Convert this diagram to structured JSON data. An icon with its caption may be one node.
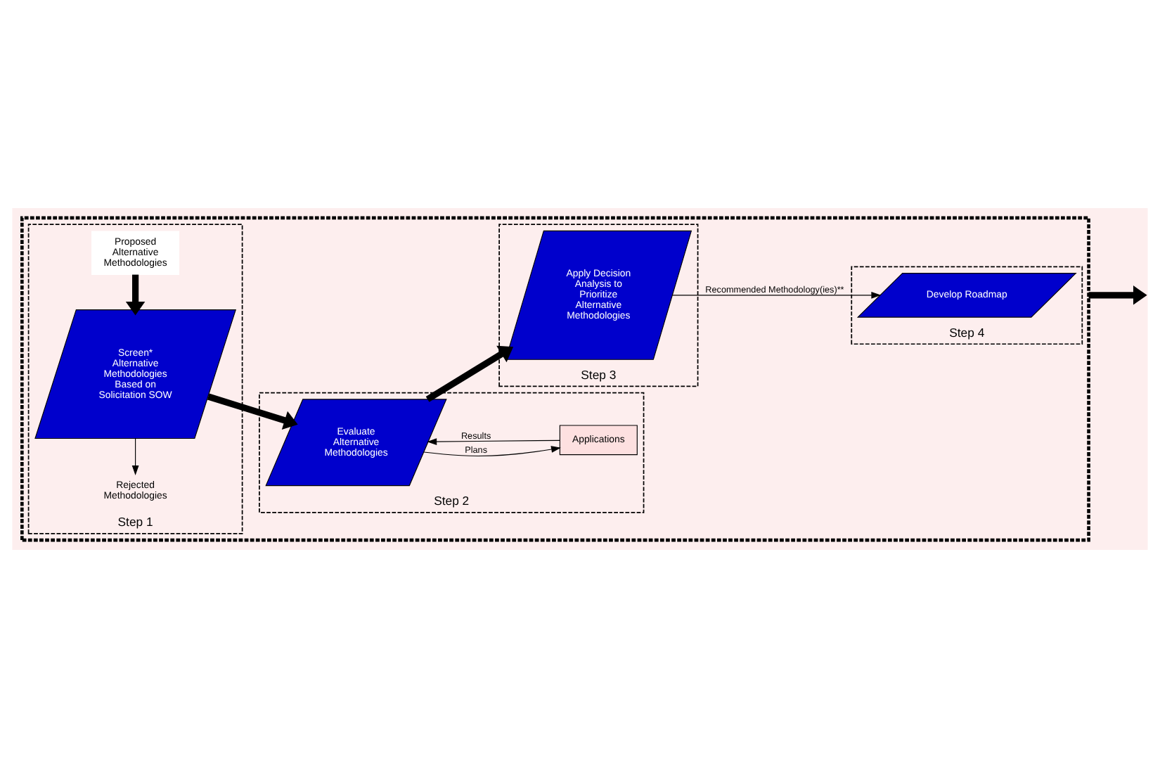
{
  "diagram": {
    "nodes": [
      {
        "text": [],
        "shape": "box"
      },
      {
        "text": [
          "Step 1"
        ],
        "in": 0
      },
      {
        "text": [
          "Proposed Alternative Methodologies"
        ],
        "in": 1
      },
      {
        "text": [
          "Screen* Alternative Methodologies Based on Solicitation SOW"
        ],
        "in": 1
      },
      {
        "text": [
          "Rejected Methodologies"
        ],
        "in": 1
      },
      {
        "text": [
          "Step 2"
        ],
        "in": 0
      },
      {
        "text": [
          "Evaluate Alternative Methodologies"
        ],
        "in": 5
      },
      {
        "text": [
          "Applications"
        ],
        "in": 5
      },
      {
        "text": [
          "Step 3"
        ],
        "in": 0
      },
      {
        "text": [
          "Apply Decision Analysis to Prioritize Alternative Methodologies"
        ],
        "in": 8
      },
      {
        "text": [
          "Step 4"
        ],
        "in": 0
      },
      {
        "text": [
          "Develop Roadmap"
        ],
        "in": 10
      }
    ],
    "edges": [
      {
        "from": 2,
        "to": 3,
        "arrow": "to",
        "style": "thick"
      },
      {
        "from": 3,
        "to": 4,
        "arrow": "to"
      },
      {
        "from": 3,
        "to": 6,
        "arrow": "to",
        "style": "thick"
      },
      {
        "from": 6,
        "to": 7,
        "arrow": "to",
        "label": "Plans"
      },
      {
        "from": 7,
        "to": 6,
        "arrow": "to",
        "label": "Results"
      },
      {
        "from": 6,
        "to": 9,
        "arrow": "to",
        "style": "thick"
      },
      {
        "from": 9,
        "to": 11,
        "arrow": "to",
        "label": "Recommended Methodology(ies)**"
      },
      {
        "from": 0,
        "to": null,
        "arrow": "to",
        "style": "thick"
      }
    ]
  }
}
